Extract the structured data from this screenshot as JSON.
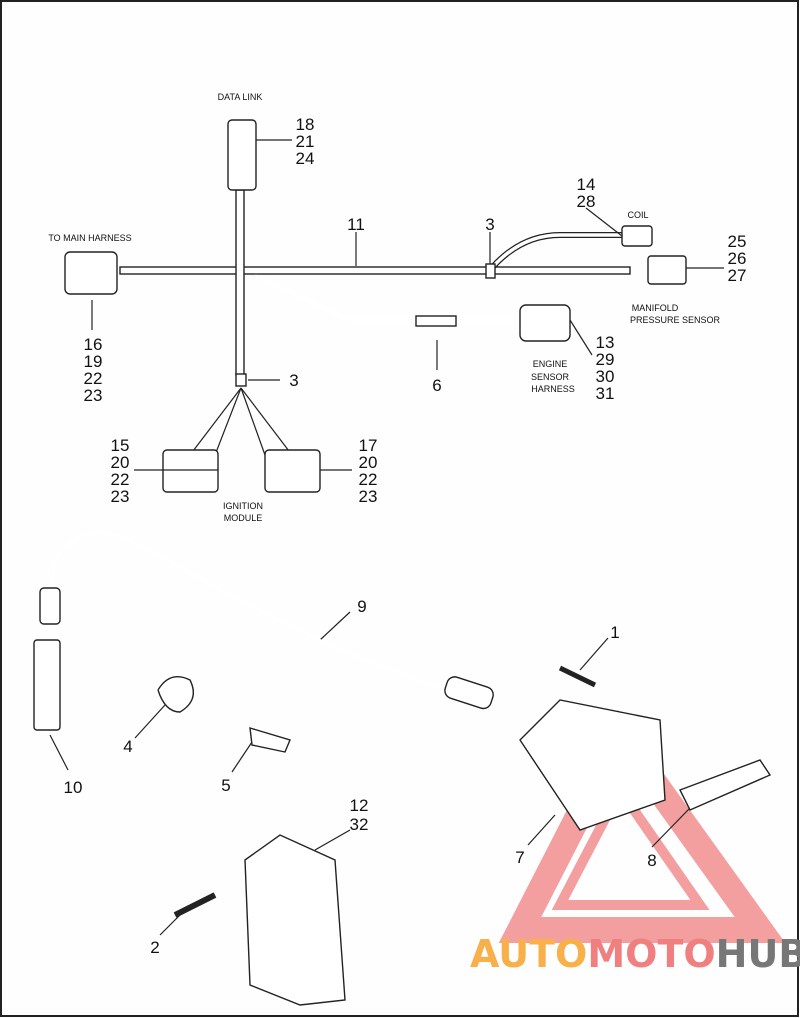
{
  "captions": {
    "data_link": "DATA LINK",
    "to_main_harness": "TO MAIN HARNESS",
    "coil": "COIL",
    "manifold": [
      "MANIFOLD",
      "PRESSURE SENSOR"
    ],
    "engine_sensor": [
      "ENGINE",
      "SENSOR",
      "HARNESS"
    ],
    "ignition": [
      "IGNITION",
      "MODULE"
    ]
  },
  "callouts": {
    "data_link": [
      "18",
      "21",
      "24"
    ],
    "main_harness": [
      "16",
      "19",
      "22",
      "23"
    ],
    "harness": "11",
    "clip_top": "3",
    "coil": [
      "14",
      "28"
    ],
    "manifold": [
      "25",
      "26",
      "27"
    ],
    "engine_sensor": [
      "13",
      "29",
      "30",
      "31"
    ],
    "clip_mid": "6",
    "clip_left": "3",
    "ign_left": [
      "15",
      "20",
      "22",
      "23"
    ],
    "ign_right": [
      "17",
      "20",
      "22",
      "23"
    ],
    "spark_wire": "9",
    "screw": "1",
    "clip_4": "4",
    "clip_5": "5",
    "spark_plug": "10",
    "coil_part": "7",
    "bracket": "8",
    "module": [
      "12",
      "32"
    ],
    "module_screw": "2"
  },
  "watermark": {
    "part1": "AUTO",
    "part2": "MOTO",
    "part3": "HUB",
    "colors": [
      "#f7b04a",
      "#f08080",
      "#777777"
    ]
  }
}
